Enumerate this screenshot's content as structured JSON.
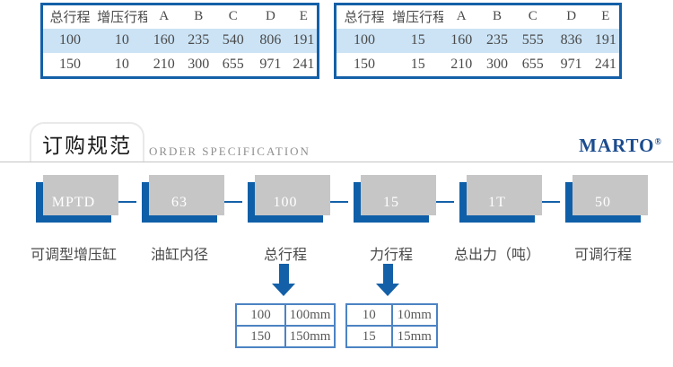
{
  "spec_tables": {
    "headers": [
      "总行程",
      "增压行程",
      "A",
      "B",
      "C",
      "D",
      "E"
    ],
    "left": {
      "rows": [
        [
          "100",
          "10",
          "160",
          "235",
          "540",
          "806",
          "191"
        ],
        [
          "150",
          "10",
          "210",
          "300",
          "655",
          "971",
          "241"
        ]
      ]
    },
    "right": {
      "rows": [
        [
          "100",
          "15",
          "160",
          "235",
          "555",
          "836",
          "191"
        ],
        [
          "150",
          "15",
          "210",
          "300",
          "655",
          "971",
          "241"
        ]
      ]
    }
  },
  "section_header": {
    "title_zh": "订购规范",
    "title_en": "ORDER SPECIFICATION",
    "brand": "MARTO",
    "brand_reg": "®"
  },
  "order_code": {
    "segments": [
      {
        "code": "MPTD",
        "label": "可调型增压缸"
      },
      {
        "code": "63",
        "label": "油缸内径"
      },
      {
        "code": "100",
        "label": "总行程",
        "options": [
          [
            "100",
            "100mm"
          ],
          [
            "150",
            "150mm"
          ]
        ]
      },
      {
        "code": "15",
        "label": "力行程",
        "options": [
          [
            "10",
            "10mm"
          ],
          [
            "15",
            "15mm"
          ]
        ]
      },
      {
        "code": "1T",
        "label": "总出力（吨）"
      },
      {
        "code": "50",
        "label": "可调行程"
      }
    ]
  },
  "colors": {
    "accent_blue": "#1460a8",
    "box_blue": "#0f5fa8",
    "row_highlight": "#cbe3f5",
    "shadow_gray": "#c6c6c6",
    "brand_navy": "#1b4c8e"
  }
}
